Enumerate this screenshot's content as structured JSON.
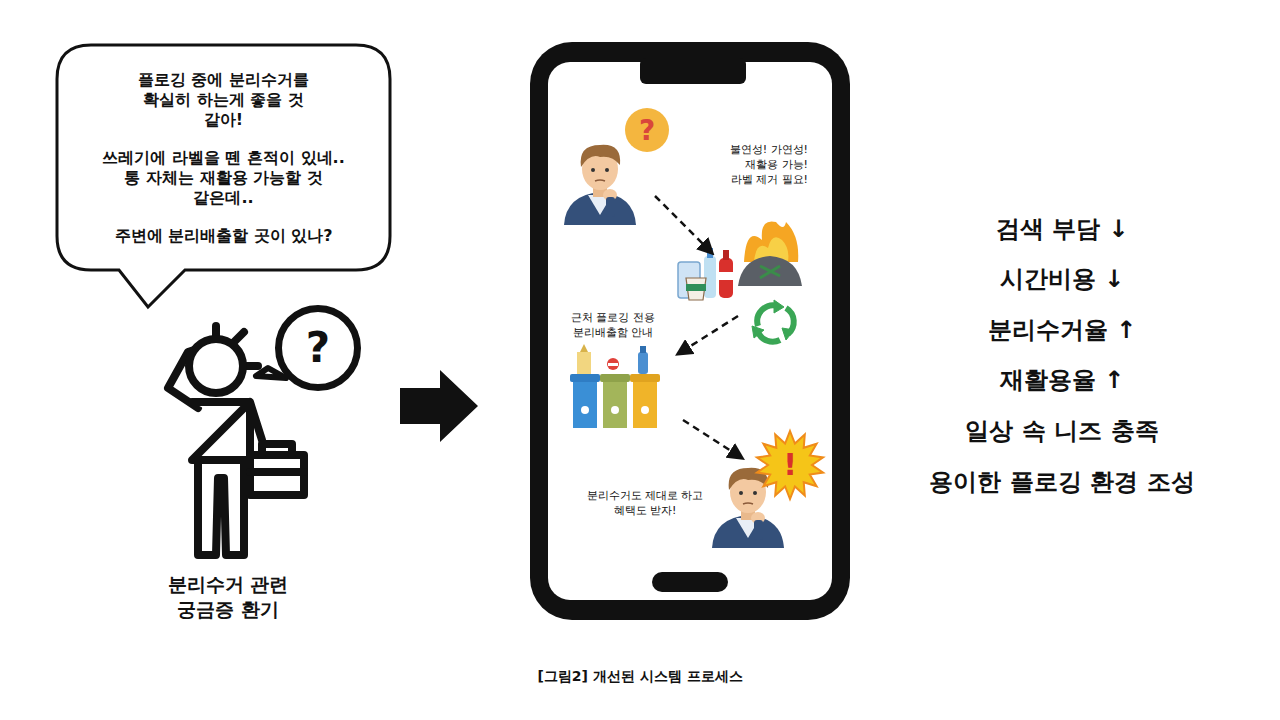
{
  "diagram": {
    "caption": "[그림2] 개선된 시스템 프로세스",
    "nodes": [
      {
        "text": [
          "플로깅 중에 분리수거를 확실히 하는게 좋을 것 같아!",
          "쓰레기에 라벨을 뗀 흔적이 있네.. 통 자체는 재활용 가능할 것 같은데..",
          "주변에 분리배출할 곳이 있나?"
        ]
      },
      {
        "text": [
          "?"
        ]
      },
      {
        "text": [
          "?"
        ]
      },
      {
        "text": [
          "!"
        ]
      }
    ],
    "labels": [
      "분리수거 관련 궁금증 환기",
      "불연성! 가연성! 재활용 가능! 라벨 제거 필요!",
      "근처 플로깅 전용 분리배출함 안내",
      "분리수거도 제대로 하고 혜택도 받자!",
      "검색 부담 ↓",
      "시간비용 ↓",
      "분리수거율 ↑",
      "재활용율 ↑",
      "일상 속 니즈 충족",
      "용이한 플로깅 환경 조성"
    ]
  }
}
